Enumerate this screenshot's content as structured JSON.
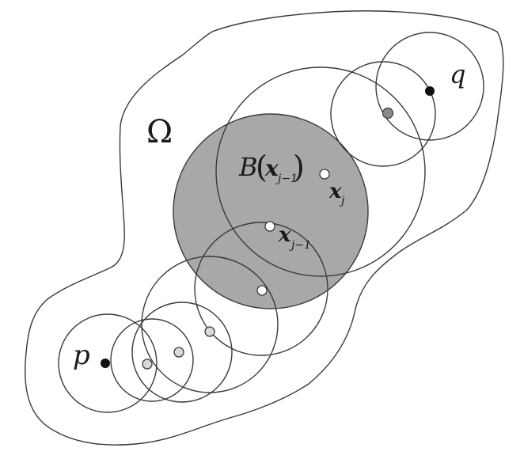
{
  "labels": {
    "omega": "Ω",
    "p": "p",
    "q": "q",
    "ball_B": "B",
    "ball_x": "x",
    "ball_sub": "j−1",
    "x_j": "x",
    "x_j_sub": "j",
    "x_jm1": "x",
    "x_jm1_sub": "j−1"
  },
  "colors": {
    "stroke": "#3a3a3a",
    "shaded_ball": "#a8a8a8",
    "point_black": "#111111",
    "point_gray": "#8a8a8a",
    "point_light": "#d9d9d9",
    "point_white": "#ffffff"
  }
}
